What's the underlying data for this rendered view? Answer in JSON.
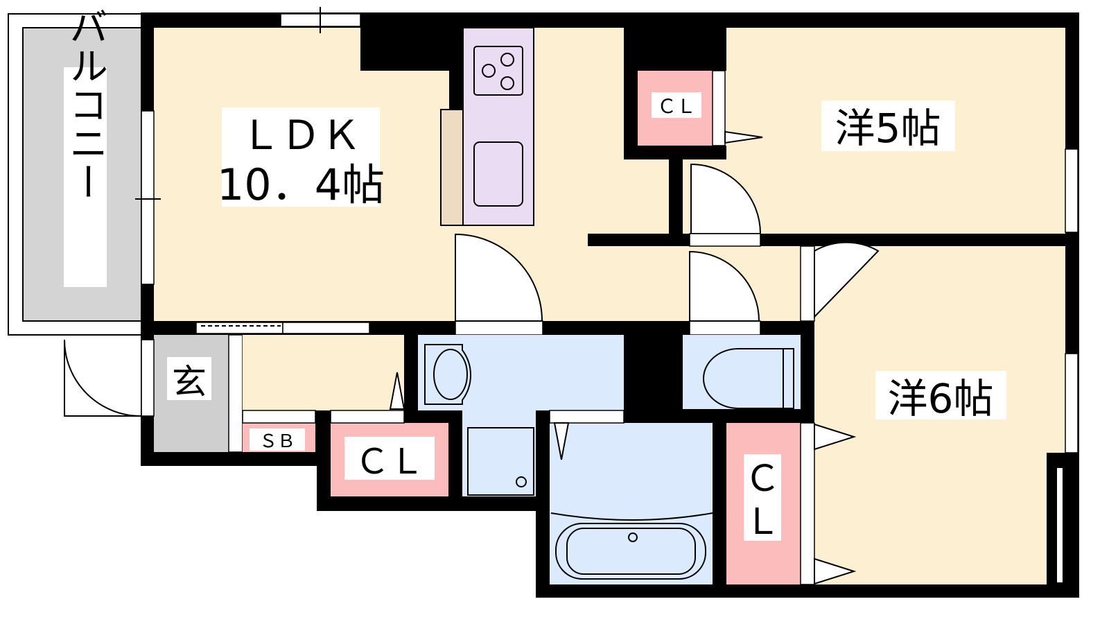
{
  "colors": {
    "wall": "#000000",
    "living": "#fdf0d2",
    "wet": "#dbeafd",
    "closet": "#fdbcbc",
    "kitchen": "#eadcf3",
    "counter": "#eedcc2",
    "balcony": "#d4d4d4",
    "entrance": "#cfcfcf"
  },
  "rooms": {
    "balcony": "バルコニー",
    "ldk_name": "ＬＤＫ",
    "ldk_size": "10．4帖",
    "western5": "洋5帖",
    "western6": "洋6帖",
    "entrance": "玄",
    "shoe_box": "ＳＢ",
    "closet_small": "ＣＬ",
    "closet_hall": "ＣＬ",
    "closet_right_c": "Ｃ",
    "closet_right_l": "Ｌ"
  }
}
